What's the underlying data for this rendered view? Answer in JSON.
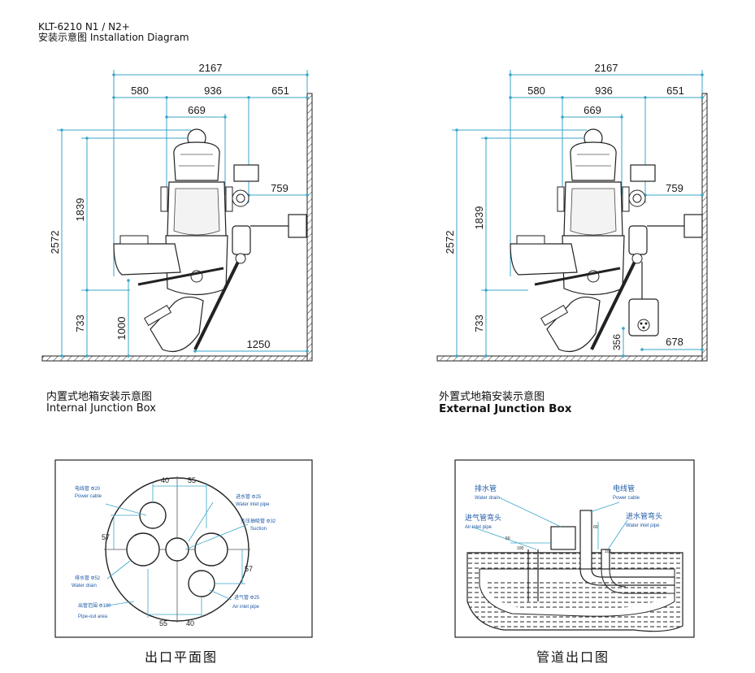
{
  "header": {
    "model": "KLT-6210 N1 / N2+",
    "title": "安装示意图 Installation Diagram"
  },
  "panel_left": {
    "caption_cn": "内置式地箱安装示意图",
    "caption_en": "Internal Junction Box",
    "dims": {
      "total_width": "2167",
      "seg_left": "580",
      "seg_mid": "936",
      "seg_right": "651",
      "chair_width": "669",
      "arm_reach": "759",
      "total_length": "2572",
      "upper_length": "1839",
      "base_height": "733",
      "foot_height": "1000",
      "foot_reach": "1250"
    }
  },
  "panel_right": {
    "caption_cn": "外置式地箱安装示意图",
    "caption_en": "External Junction Box",
    "dims": {
      "total_width": "2167",
      "seg_left": "580",
      "seg_mid": "936",
      "seg_right": "651",
      "chair_width": "669",
      "arm_reach": "759",
      "total_length": "2572",
      "upper_length": "1839",
      "base_height": "733",
      "box_height": "356",
      "box_offset": "678"
    }
  },
  "outlet_plan": {
    "caption": "出口平面图",
    "dims": {
      "top_a": "40",
      "top_b": "55",
      "left": "57",
      "right": "57",
      "bottom_a": "55",
      "bottom_b": "40"
    },
    "labels": {
      "power_cn": "电线管 Φ20",
      "power_en": "Power cable",
      "water_in_cn": "进水管 Φ25",
      "water_in_en": "Water inlet pipe",
      "suction_cn": "负压抽吸管 Φ32",
      "suction_en": "Suction",
      "drain_cn": "排水管 Φ52",
      "drain_en": "Water drain",
      "area_cn": "出管范围 Φ180",
      "area_en": "Pipe-out area",
      "air_cn": "进气管 Φ25",
      "air_en": "Air inlet pipe"
    }
  },
  "pipe_outlet": {
    "caption": "管道出口图",
    "labels": {
      "drain_cn": "排水管",
      "drain_en": "Water drain",
      "power_cn": "电线管",
      "power_en": "Power cable",
      "air_cn": "进气管弯头",
      "air_en": "Air inlet pipe",
      "water_cn": "进水管弯头",
      "water_en": "Water inlet pipe"
    },
    "dims": {
      "d50": "50",
      "d100": "100",
      "d60": "60",
      "d100b": "100"
    }
  },
  "colors": {
    "dim_line": "#3aa6c8",
    "line": "#1a1a1a",
    "label_blue": "#1f5aa6"
  }
}
